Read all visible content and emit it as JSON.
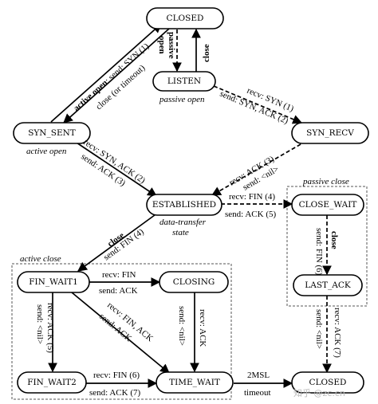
{
  "states": {
    "closed_top": "CLOSED",
    "listen": "LISTEN",
    "syn_sent": "SYN_SENT",
    "syn_recv": "SYN_RECV",
    "established": "ESTABLISHED",
    "close_wait": "CLOSE_WAIT",
    "fin_wait1": "FIN_WAIT1",
    "closing": "CLOSING",
    "last_ack": "LAST_ACK",
    "fin_wait2": "FIN_WAIT2",
    "time_wait": "TIME_WAIT",
    "closed_bottom": "CLOSED"
  },
  "captions": {
    "passive_open": "passive open",
    "active_open": "active open",
    "data_transfer_1": "data-transfer",
    "data_transfer_2": "state",
    "passive_close": "passive close",
    "active_close": "active close"
  },
  "edges": {
    "active_open_bold": "active open",
    "active_open_rest": ": send: SYN (1)",
    "close_timeout": "close (or timeout)",
    "passive_open_bold_1": "passive",
    "passive_open_bold_2": "open",
    "close_listen": "close",
    "listen_recv": "recv: SYN (1)",
    "listen_send": "send: SYN, ACK (2)",
    "synsent_recv": "recv: SYN, ACK (2)",
    "synsent_send": "send: ACK (3)",
    "synrecv_recv": "recv: ACK (3)",
    "synrecv_send": "send: <nil>",
    "est_recv": "recv: FIN (4)",
    "est_send": "send: ACK (5)",
    "close_bold": "close",
    "close_send_fin": "send: FIN (4)",
    "closewait_close": "close",
    "closewait_send": "send: FIN (6)",
    "fw1_recv": "recv: FIN",
    "fw1_send": "send: ACK",
    "fw1_fw2_recv": "recv: ACK (5)",
    "fw1_fw2_send": "send: <nil>",
    "fw1_tw_recv": "recv: FIN, ACK",
    "fw1_tw_send": "send: ACK",
    "closing_recv": "recv: ACK",
    "closing_send": "send: <nil>",
    "lastack_recv": "recv: ACK (7)",
    "lastack_send": "send: <nil>",
    "fw2_recv": "recv: FIN (6)",
    "fw2_send": "send: ACK (7)",
    "msl_1": "2MSL",
    "msl_2": "timeout"
  },
  "watermark": "知乎 @zc.cn"
}
